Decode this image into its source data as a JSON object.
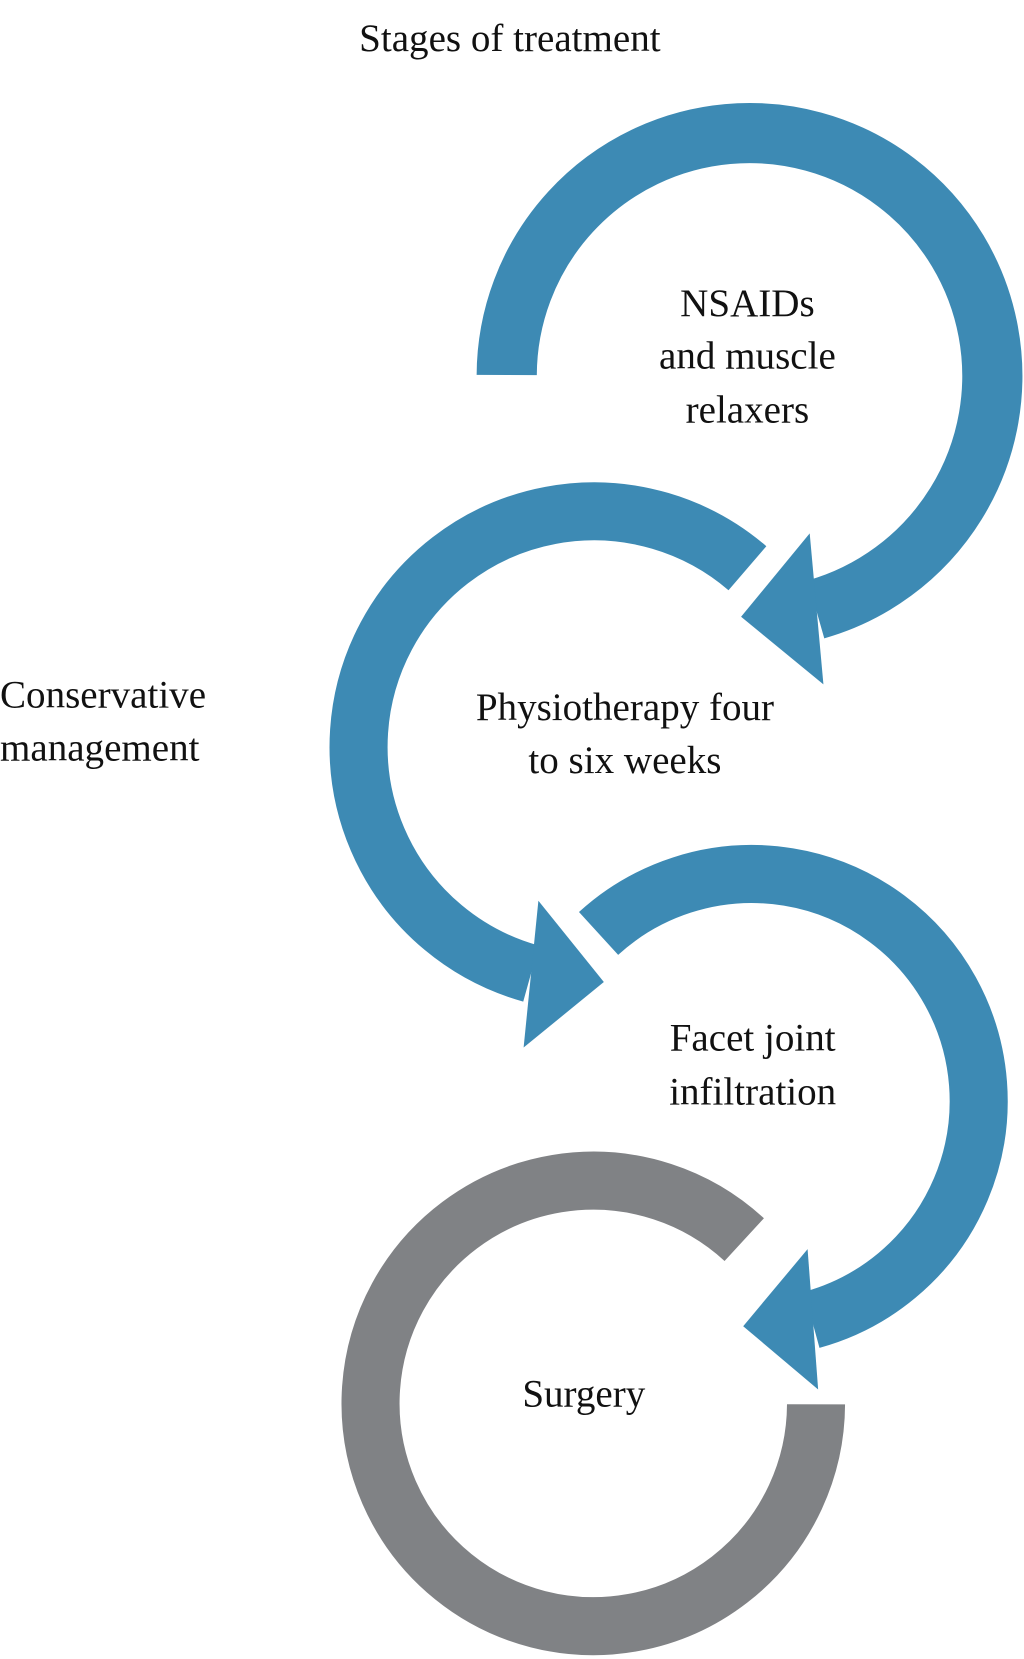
{
  "title": "Stages of treatment",
  "side_label": {
    "line1": "Conservative",
    "line2": "management"
  },
  "stages": [
    {
      "lines": [
        "NSAIDs",
        "and muscle",
        "relaxers"
      ]
    },
    {
      "lines": [
        "Physiotherapy four",
        "to six weeks"
      ]
    },
    {
      "lines": [
        "Facet joint",
        "infiltration"
      ]
    },
    {
      "lines": [
        "Surgery"
      ]
    }
  ],
  "colors": {
    "conservative": "#3d8ab4",
    "surgery": "#808285"
  }
}
